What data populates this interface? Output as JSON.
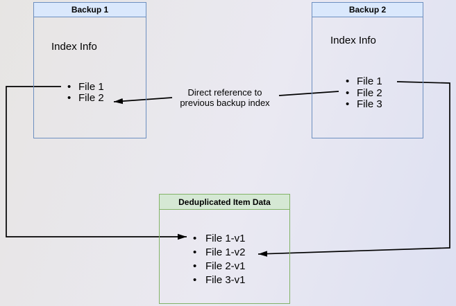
{
  "diagram": {
    "backup1": {
      "title": "Backup 1",
      "subtitle": "Index Info",
      "files": [
        "File 1",
        "File 2"
      ]
    },
    "backup2": {
      "title": "Backup 2",
      "subtitle": "Index Info",
      "files": [
        "File 1",
        "File 2",
        "File 3"
      ]
    },
    "dedup": {
      "title": "Deduplicated Item Data",
      "files": [
        "File 1-v1",
        "File 1-v2",
        "File 2-v1",
        "File 3-v1"
      ]
    },
    "annotation": {
      "line1": "Direct reference to",
      "line2": "previous backup index"
    }
  },
  "colors": {
    "blue_fill": "#dae8fc",
    "blue_border": "#6c8ebf",
    "green_fill": "#d5e8d4",
    "green_border": "#82b366",
    "arrow": "#000000",
    "text": "#000000",
    "bg_left": "#e7e5e3",
    "bg_mid": "#eae9f2",
    "bg_right": "#dde0f2"
  }
}
